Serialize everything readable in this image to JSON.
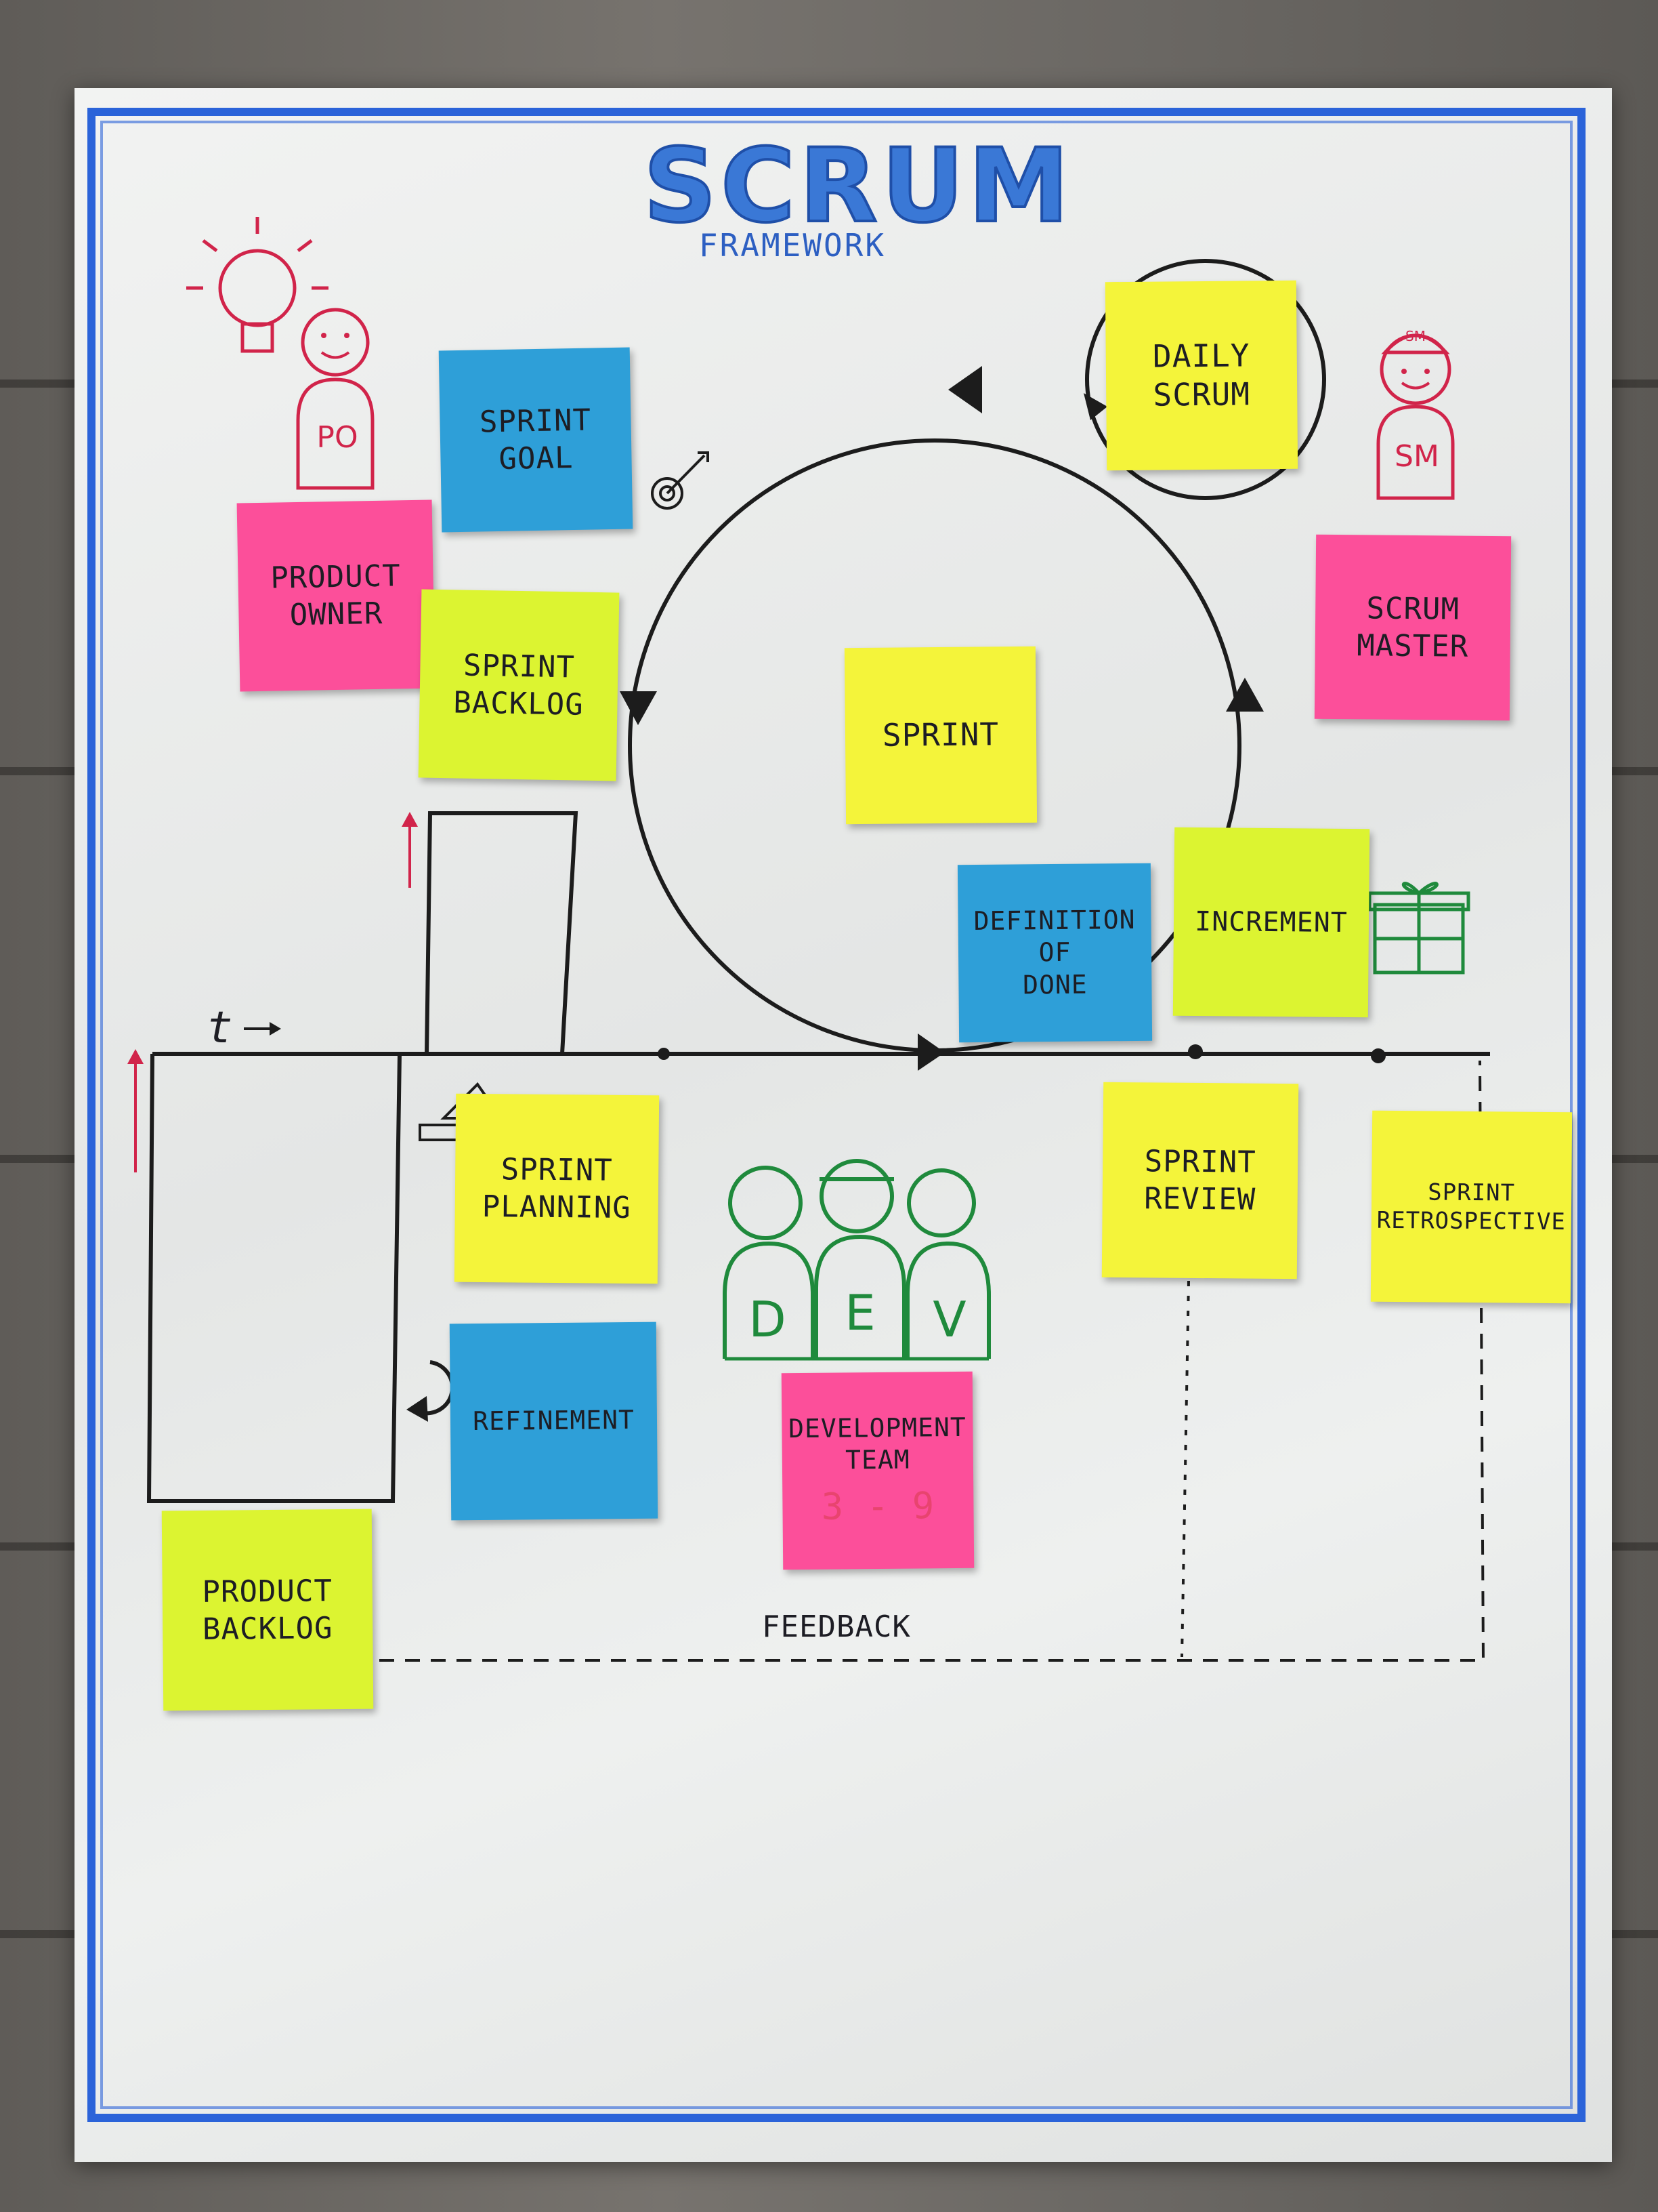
{
  "title": "SCRUM",
  "subtitle": "FRAMEWORK",
  "colors": {
    "board_border": "#2b63d9",
    "yellow_note": "#f4f43a",
    "lime_note": "#dcf431",
    "pink_note": "#fc4f9a",
    "blue_note": "#2e9fd8",
    "po_ink": "#d1244a",
    "dev_ink": "#1f8a3c"
  },
  "roles": {
    "po_label": "PO",
    "sm_label": "SM",
    "sm_cap": "SM",
    "dev_letters": [
      "D",
      "E",
      "V"
    ],
    "team_size": "3 - 9"
  },
  "timeline_label": "t",
  "feedback_label": "FEEDBACK",
  "notes": {
    "sprint_goal": [
      "SPRINT",
      "GOAL"
    ],
    "product_owner": [
      "PRODUCT",
      "OWNER"
    ],
    "sprint_backlog": [
      "SPRINT",
      "BACKLOG"
    ],
    "daily_scrum": [
      "DAILY",
      "SCRUM"
    ],
    "scrum_master": [
      "SCRUM",
      "MASTER"
    ],
    "sprint": [
      "SPRINT"
    ],
    "definition_of_done": [
      "DEFINITION",
      "OF",
      "DONE"
    ],
    "increment": [
      "INCREMENT"
    ],
    "sprint_planning": [
      "SPRINT",
      "PLANNING"
    ],
    "sprint_review": [
      "SPRINT",
      "REVIEW"
    ],
    "sprint_retrospective": [
      "SPRINT",
      "RETROSPECTIVE"
    ],
    "refinement": [
      "REFINEMENT"
    ],
    "development_team": [
      "DEVELOPMENT",
      "TEAM"
    ],
    "product_backlog": [
      "PRODUCT",
      "BACKLOG"
    ]
  },
  "icons": [
    "lightbulb-icon",
    "target-icon",
    "gift-icon",
    "loop-arrow-icon",
    "up-arrow-icon"
  ]
}
